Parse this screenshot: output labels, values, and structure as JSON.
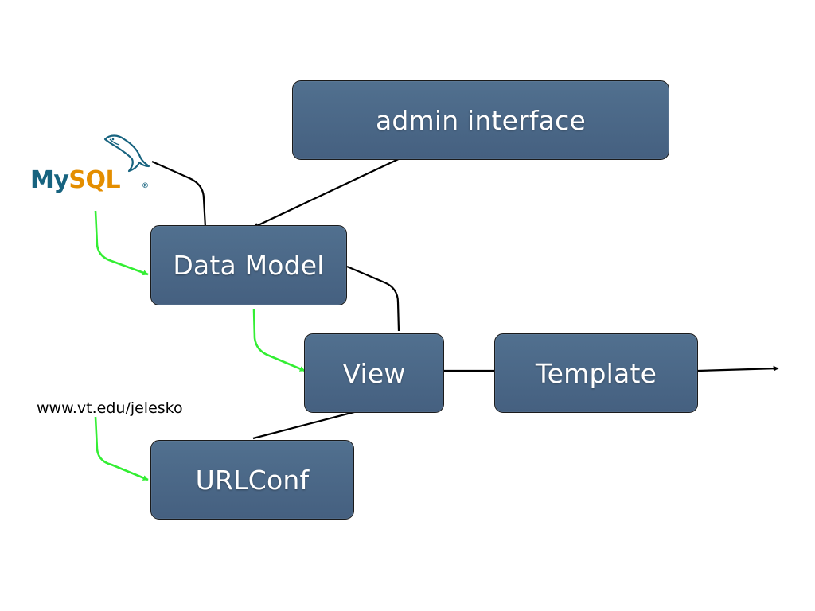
{
  "diagram": {
    "nodes": {
      "admin": "admin interface",
      "model": "Data Model",
      "view": "View",
      "template": "Template",
      "urlconf": "URLConf"
    },
    "url": "www.vt.edu/jelesko",
    "logo": {
      "part1": "My",
      "part2": "SQL",
      "reg": "®"
    },
    "colors": {
      "box_fill": "#4a6585",
      "box_border": "#1a1a1a",
      "green_arrow": "#33ee33",
      "black_arrow": "#000000",
      "logo_blue": "#17637f",
      "logo_orange": "#e48e00"
    },
    "edges": [
      {
        "from": "admin interface",
        "to": "Data Model",
        "color": "black"
      },
      {
        "from": "MySQL",
        "to": "Data Model",
        "color": "green"
      },
      {
        "from": "Data Model",
        "to": "View",
        "color": "green"
      },
      {
        "from": "URLConf",
        "to": "View",
        "color": "black"
      },
      {
        "from": "View",
        "to": "Template",
        "color": "black"
      },
      {
        "from": "www.vt.edu/jelesko",
        "to": "URLConf",
        "color": "green"
      }
    ]
  }
}
